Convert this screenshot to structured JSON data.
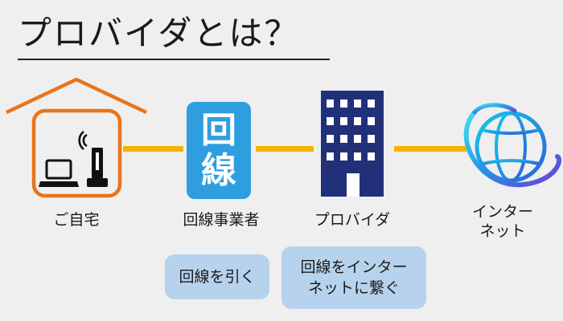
{
  "title": "プロバイダとは？",
  "nodes": {
    "home": {
      "label": "ご自宅"
    },
    "line": {
      "label": "回線事業者",
      "icon_chars": [
        "回",
        "線"
      ]
    },
    "isp": {
      "label": "プロバイダ"
    },
    "internet": {
      "label_lines": [
        "インター",
        "ネット"
      ]
    }
  },
  "bubbles": {
    "line_role": {
      "lines": [
        "回線を引く"
      ]
    },
    "isp_role": {
      "lines": [
        "回線をインター",
        "ネットに繋ぐ"
      ]
    }
  },
  "colors": {
    "background": "#efefef",
    "house": "#e8741c",
    "connector": "#f5b400",
    "line_badge": "#2e9ee0",
    "building": "#22307a",
    "bubble": "#b7d2ec"
  }
}
